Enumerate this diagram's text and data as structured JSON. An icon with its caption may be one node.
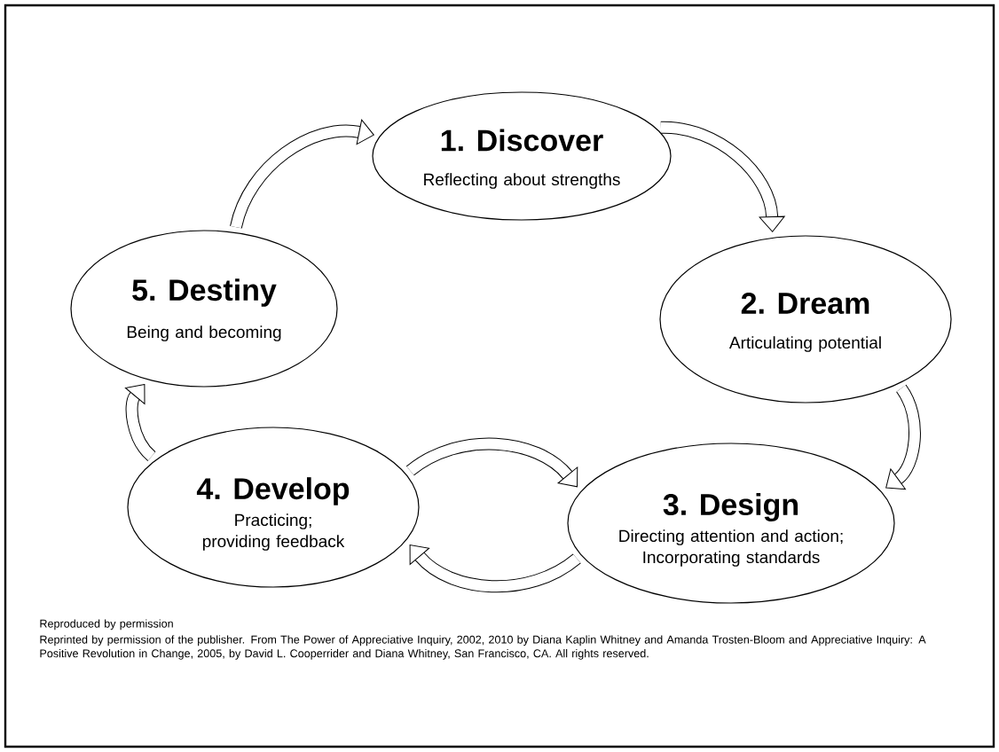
{
  "diagram": {
    "nodes": [
      {
        "text": [
          "1.  Discover",
          "Reflecting about strengths"
        ]
      },
      {
        "text": [
          "2. Dream",
          "Articulating potential"
        ]
      },
      {
        "text": [
          "3. Design",
          "Directing attention and action; Incorporating standards"
        ]
      },
      {
        "text": [
          "4. Develop",
          "Practicing; providing feedback"
        ]
      },
      {
        "text": [
          "5. Destiny",
          "Being and becoming"
        ]
      }
    ],
    "edges": [
      {
        "from": 0,
        "to": 1,
        "arrow": "to"
      },
      {
        "from": 1,
        "to": 2,
        "arrow": "to"
      },
      {
        "from": 3,
        "to": 2,
        "arrow": "to"
      },
      {
        "from": 2,
        "to": 3,
        "arrow": "to"
      },
      {
        "from": 3,
        "to": 4,
        "arrow": "to"
      },
      {
        "from": 4,
        "to": 0,
        "arrow": "to"
      }
    ],
    "labels": [
      "Reproduced by permission",
      "Reprinted by permission of the publisher. From The Power of Appreciative Inquiry, 2002, 2010 by Diana Kaplin Whitney and Amanda Trosten-Bloom and Appreciative Inquiry:  A Positive Revolution in Change, 2005, by David L. Cooperrider and Diana Whitney, San Francisco, CA.  All rights reserved."
    ]
  }
}
